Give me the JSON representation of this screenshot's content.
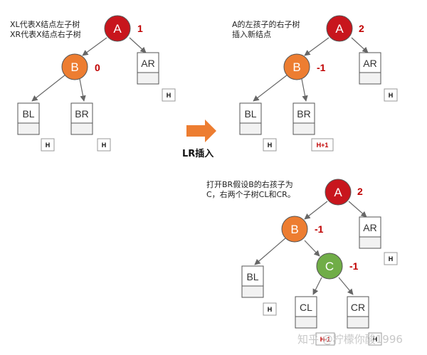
{
  "notes": {
    "d1_line1": "XL代表X结点左子树",
    "d1_line2": "XR代表X结点右子树",
    "d2_line1": "A的左孩子的右子树",
    "d2_line2": "插入新结点",
    "d3_line1": "打开BR假设B的右孩子为",
    "d3_line2": "C，右两个子树CL和CR。"
  },
  "arrow_label": "LR插入",
  "watermark": "知乎 @柠檬你酸1996",
  "colors": {
    "node_A": "#c8161d",
    "node_B": "#ed7d31",
    "node_C": "#70ad47",
    "balance": "#c00000",
    "arrow": "#ed7d31",
    "box_border": "#555555",
    "box_fill": "#f2f2f2"
  },
  "diagrams": [
    {
      "id": "before",
      "nodes": [
        {
          "label": "A",
          "color": "node_A",
          "balance": "1"
        },
        {
          "label": "B",
          "color": "node_B",
          "balance": "0"
        }
      ],
      "subtrees": [
        {
          "label": "AR",
          "height_tag": "H"
        },
        {
          "label": "BL",
          "height_tag": "H"
        },
        {
          "label": "BR",
          "height_tag": "H"
        }
      ]
    },
    {
      "id": "after-insert",
      "nodes": [
        {
          "label": "A",
          "color": "node_A",
          "balance": "2"
        },
        {
          "label": "B",
          "color": "node_B",
          "balance": "-1"
        }
      ],
      "subtrees": [
        {
          "label": "AR",
          "height_tag": "H"
        },
        {
          "label": "BL",
          "height_tag": "H"
        },
        {
          "label": "BR",
          "height_tag": "H+1"
        }
      ]
    },
    {
      "id": "expanded",
      "nodes": [
        {
          "label": "A",
          "color": "node_A",
          "balance": "2"
        },
        {
          "label": "B",
          "color": "node_B",
          "balance": "-1"
        },
        {
          "label": "C",
          "color": "node_C",
          "balance": "-1"
        }
      ],
      "subtrees": [
        {
          "label": "AR",
          "height_tag": "H"
        },
        {
          "label": "BL",
          "height_tag": "H"
        },
        {
          "label": "CL",
          "height_tag": "H-1"
        },
        {
          "label": "CR",
          "height_tag": "H"
        }
      ]
    }
  ]
}
